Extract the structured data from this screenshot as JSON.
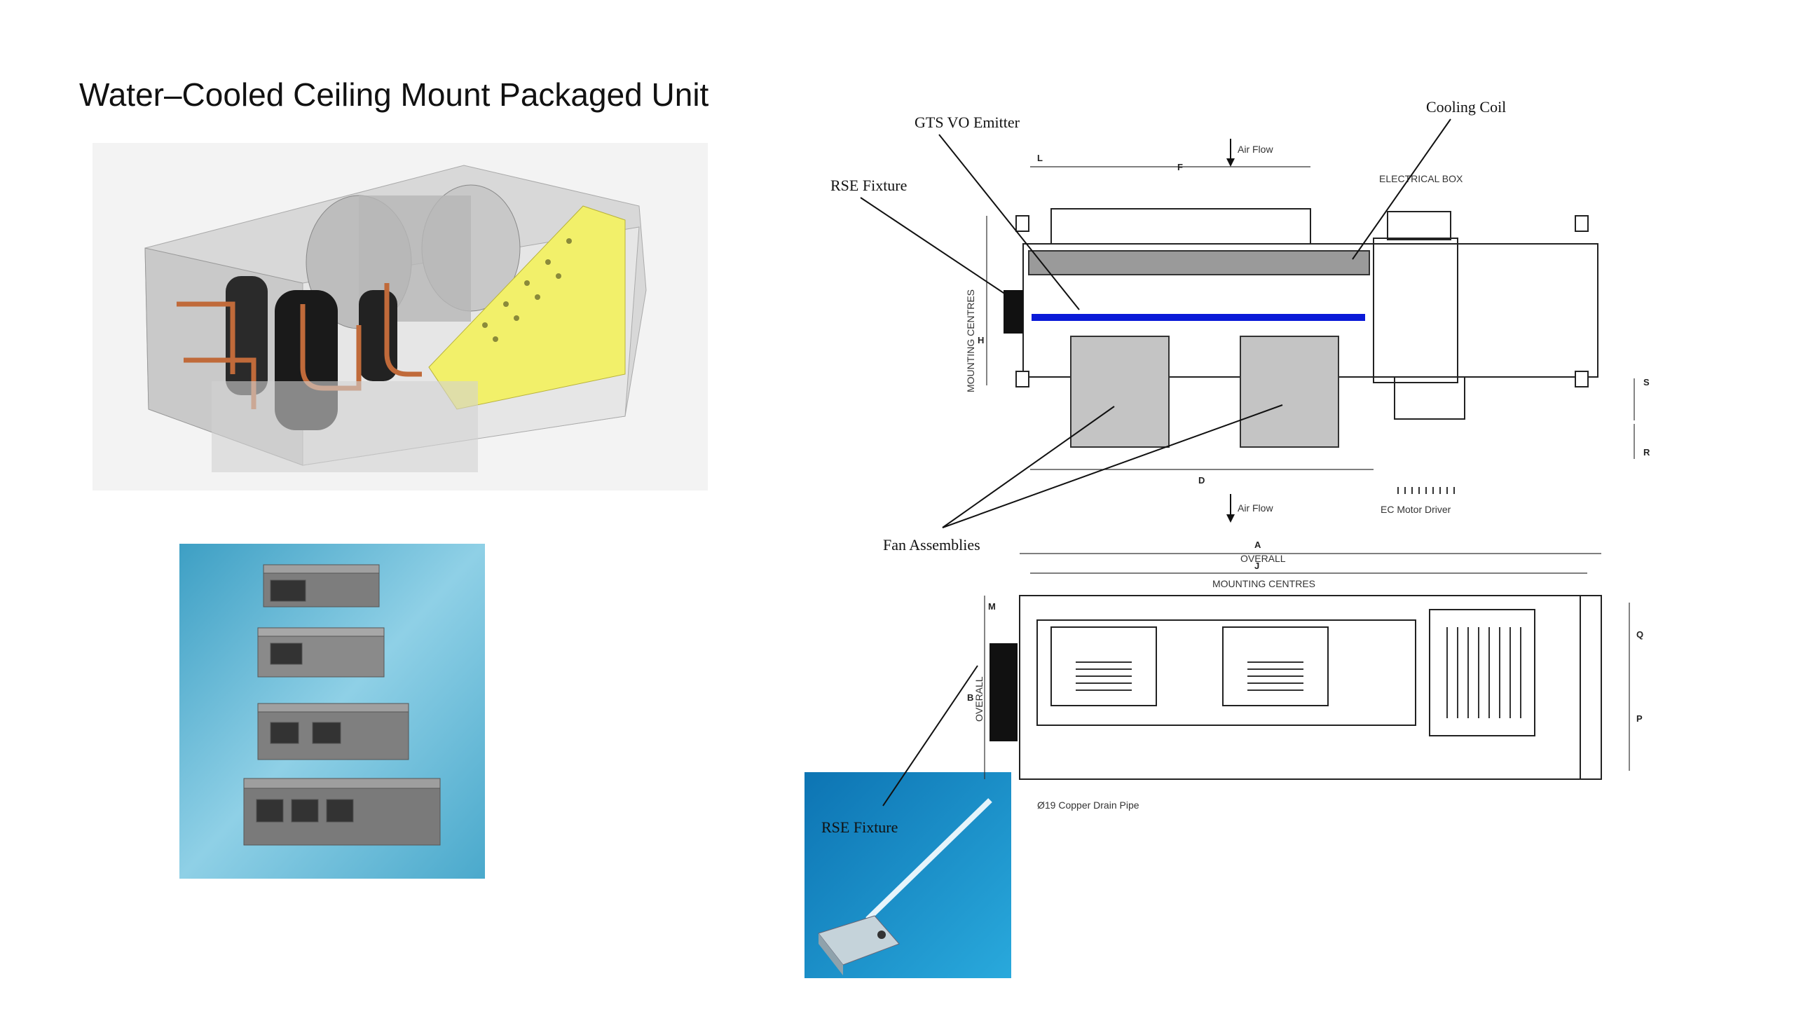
{
  "slide": {
    "title": "Water–Cooled Ceiling Mount Packaged Unit"
  },
  "diagram": {
    "labels": {
      "gts_emitter": "GTS VO Emitter",
      "rse_fixture": "RSE Fixture",
      "cooling_coil": "Cooling Coil",
      "fan_assemblies": "Fan Assemblies",
      "rse_fixture_photo": "RSE Fixture",
      "electrical_box": "ELECTRICAL BOX",
      "ec_motor_driver": "EC Motor Driver",
      "air_flow_top": "Air Flow",
      "air_flow_bottom": "Air Flow",
      "mounting_centres_side": "MOUNTING CENTRES",
      "overall_top": "OVERALL",
      "mounting_centres_bottom": "MOUNTING CENTRES",
      "overall_side": "OVERALL",
      "drain_pipe": "Ø19 Copper Drain Pipe"
    },
    "dims": {
      "F": "F",
      "L": "L",
      "D": "D",
      "H": "H",
      "S": "S",
      "R": "R",
      "A": "A",
      "J": "J",
      "M": "M",
      "B": "B",
      "Q": "Q",
      "P": "P"
    }
  },
  "colors": {
    "coil": "#9a9a9a",
    "emitter": "#0a1ad8",
    "fan": "#c4c4c4",
    "photo_bg_blue": "#5fb7d4",
    "rse_bg": "#1a8cc8",
    "cutaway_yellow": "#f2f06a"
  }
}
